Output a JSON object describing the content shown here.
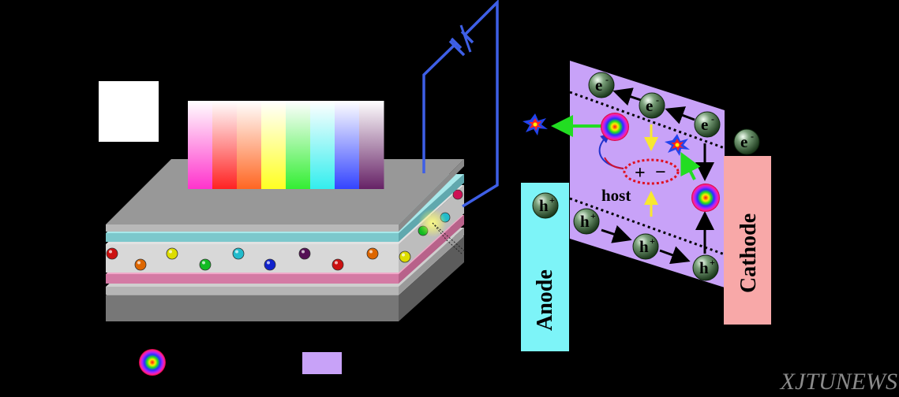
{
  "labels": {
    "electron": "e",
    "electron_sup": "-",
    "hole": "h",
    "hole_sup": "+",
    "host": "host",
    "plus": "+",
    "minus": "−",
    "anode": "Anode",
    "cathode": "Cathode"
  },
  "watermark": "XJTUNEWS",
  "colors": {
    "background": "#000000",
    "host_region": "#c8a2f8",
    "anode": "#7df4f8",
    "cathode": "#f8a8a8",
    "wire": "#3e5fe6",
    "arrow_green": "#22dd22",
    "arrow_yellow": "#f8e830",
    "exciton_ring": "#dd2222",
    "legend_box": "#ffffff"
  },
  "spectrum_colors": [
    "#ff33cc",
    "#ff2222",
    "#ff6622",
    "#ffff22",
    "#33ee33",
    "#33eeee",
    "#3344ff",
    "#662266"
  ],
  "layer_dot_colors": [
    "#cc1111",
    "#dd6600",
    "#dddd00",
    "#11bb22",
    "#22bbcc",
    "#1122cc",
    "#551155",
    "#cc1111",
    "#dd6600",
    "#dddd00"
  ]
}
